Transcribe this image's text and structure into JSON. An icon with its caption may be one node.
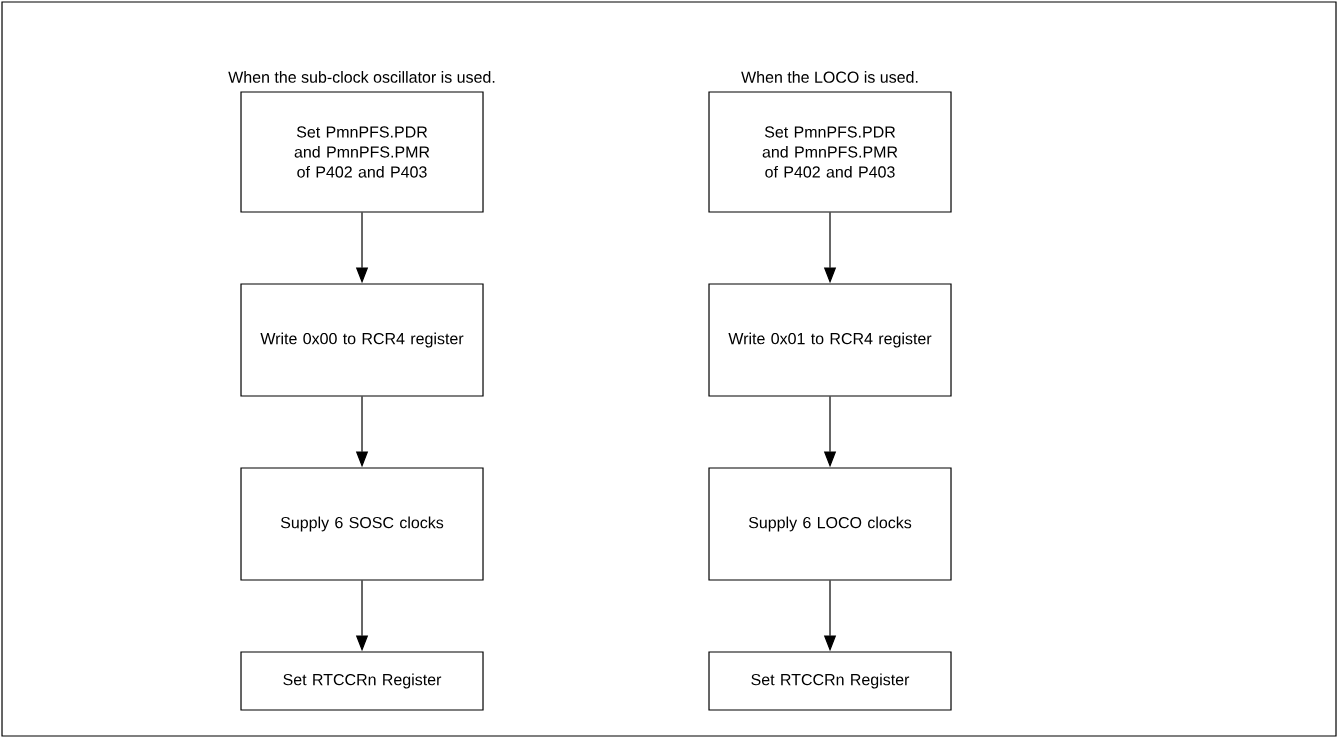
{
  "diagram": {
    "nodes": [
      {
        "text": [
          "Set PmnPFS.PDR and PmnPFS.PMR of P402 and P403"
        ]
      },
      {
        "text": [
          "Write 0x00 to RCR4 register"
        ]
      },
      {
        "text": [
          "Supply 6 SOSC clocks"
        ]
      },
      {
        "text": [
          "Set RTCCRn Register"
        ]
      },
      {
        "text": [
          "Set PmnPFS.PDR and PmnPFS.PMR of P402 and P403"
        ]
      },
      {
        "text": [
          "Write 0x01 to RCR4 register"
        ]
      },
      {
        "text": [
          "Supply 6 LOCO clocks"
        ]
      },
      {
        "text": [
          "Set RTCCRn Register"
        ]
      }
    ],
    "edges": [
      {
        "from": 0,
        "to": 1,
        "arrow": "to"
      },
      {
        "from": 1,
        "to": 2,
        "arrow": "to"
      },
      {
        "from": 2,
        "to": 3,
        "arrow": "to"
      },
      {
        "from": 4,
        "to": 5,
        "arrow": "to"
      },
      {
        "from": 5,
        "to": 6,
        "arrow": "to"
      },
      {
        "from": 6,
        "to": 7,
        "arrow": "to"
      }
    ],
    "labels": [
      "When the sub-clock oscillator is used.",
      "When the LOCO is used."
    ]
  }
}
